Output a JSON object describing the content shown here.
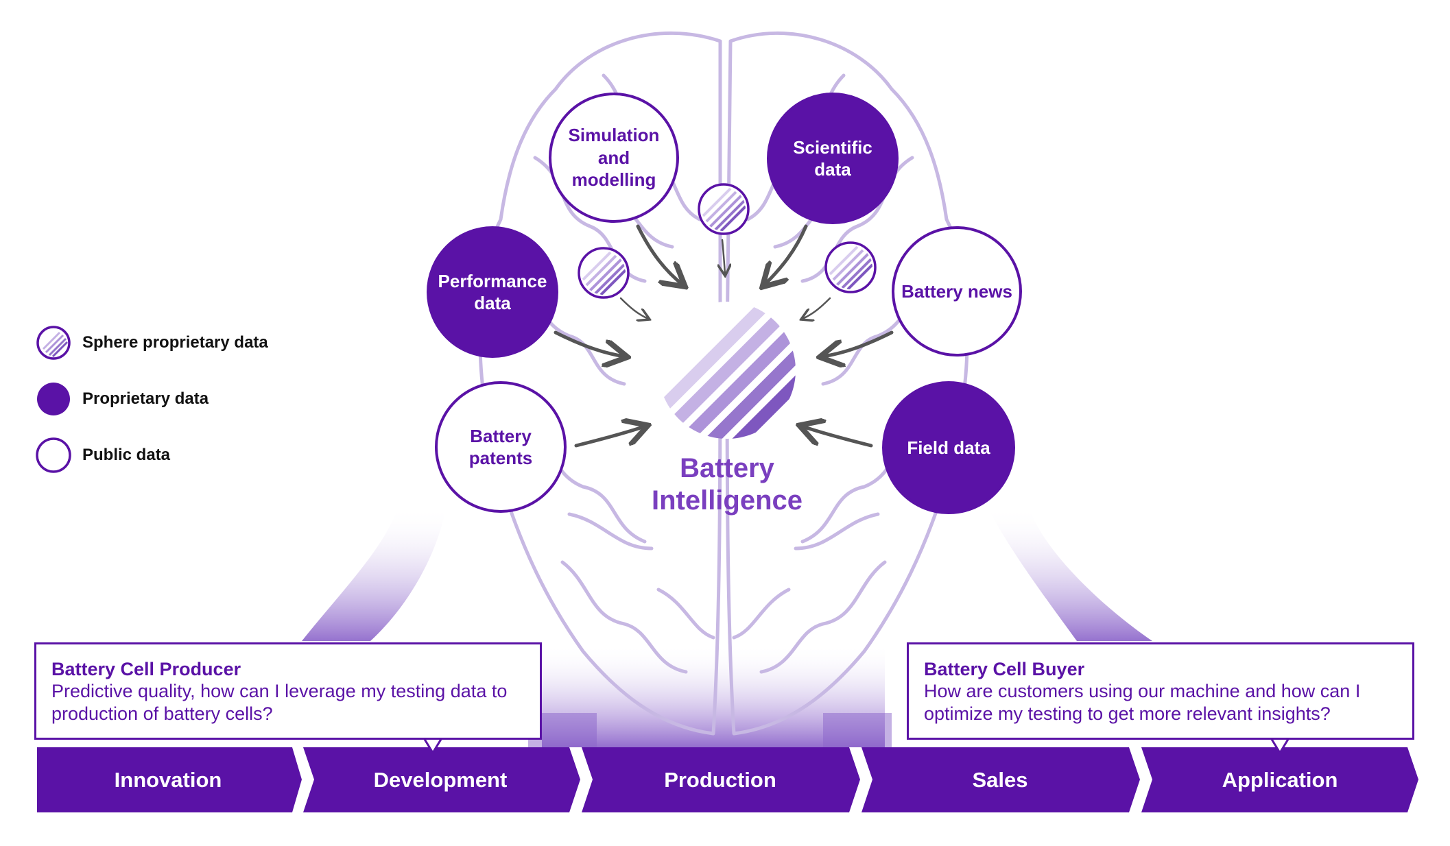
{
  "legend": [
    {
      "label": "Sphere proprietary data",
      "icon": "sphere-logo-icon"
    },
    {
      "label": "Proprietary data",
      "icon": "filled-circle-icon"
    },
    {
      "label": "Public data",
      "icon": "outline-circle-icon"
    }
  ],
  "center": {
    "title_line1": "Battery",
    "title_line2": "Intelligence"
  },
  "nodes": {
    "simulation": {
      "line1": "Simulation",
      "line2": "and",
      "line3": "modelling",
      "type": "public"
    },
    "scientific": {
      "line1": "Scientific",
      "line2": "data",
      "type": "proprietary"
    },
    "performance": {
      "line1": "Performance",
      "line2": "data",
      "type": "proprietary"
    },
    "news": {
      "line1": "Battery news",
      "type": "public"
    },
    "patents": {
      "line1": "Battery",
      "line2": "patents",
      "type": "public"
    },
    "field": {
      "line1": "Field data",
      "type": "proprietary"
    }
  },
  "callouts": {
    "producer": {
      "heading": "Battery Cell Producer",
      "body": "Predictive quality, how can I leverage my testing data to production of battery cells?"
    },
    "buyer": {
      "heading": "Battery Cell Buyer",
      "body": "How are customers using our machine and how can I optimize my testing to get more relevant insights?"
    }
  },
  "stages": [
    "Innovation",
    "Development",
    "Production",
    "Sales",
    "Application"
  ],
  "colors": {
    "primary": "#5a12a6",
    "light": "#a98fd6",
    "brain": "#c7b8e3",
    "arrow": "#555555"
  }
}
